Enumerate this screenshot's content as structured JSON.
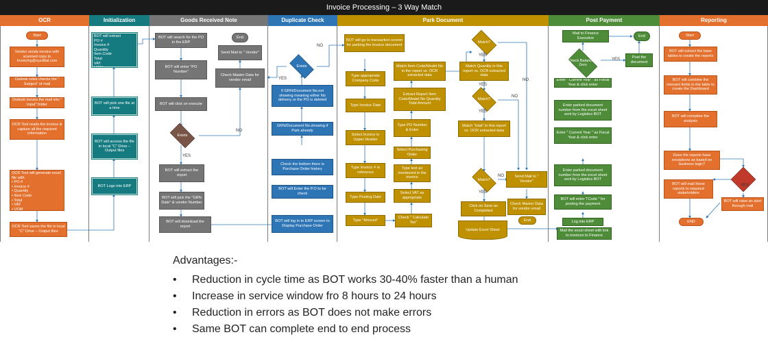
{
  "title": "Invoice Processing – 3 Way Match",
  "lanes": {
    "ocr": "OCR",
    "init": "Initialization",
    "grn": "Goods Received Note",
    "dup": "Duplicate Check",
    "park": "Park Document",
    "post": "Post Payment",
    "report": "Reporting"
  },
  "ocr": {
    "start": "Start",
    "s1": "Vendor sends invoice with scanned copy to Invoicing@xyzdbal.com",
    "s2": "Outlook rules checks the \" Subject\" of mail",
    "s3": "Outlook moves the mail into \" Input\" folder",
    "s4": "OCR Tool reads the invoice & capture all the required information",
    "s5": "OCR Tool will generate excel file with\n• PO #\n• Invoice #\n• Quantity\n• Item Code\n• Total\n• VAT\n• UOM",
    "s6": "OCR Tool saves the file in local \"C\" Drive – Output files"
  },
  "init": {
    "i1": "BOT will extract\nPO #\nInvoice #\nQuantity\nItem Code\nTotal\nVAT\nUOM",
    "i2": "BOT will pick one file at a time",
    "i3": "BOT will access the file in local \"C\" Drive – Output files",
    "i4": "BOT Logs into ERP"
  },
  "grn": {
    "g1": "BOT will search for the PO in the ERP",
    "g2": "BOT will enter \"PO Number\"",
    "g3": "BOT will click on execute",
    "exists": "Exists",
    "g4": "BOT will extract the report",
    "g5": "BOT will pick the \"GRN Date\" & vendor Number",
    "g6": "BOT will download the report",
    "end": "End",
    "mail": "Send Mail to \" Vendor\"",
    "master": "Check Master Data for vendor email",
    "yes": "YES",
    "no": "NO"
  },
  "dup": {
    "exists": "Exists",
    "d1": "If GRN/Document No.not showing meaning either No delivery or the PO is deleted",
    "d2": "GRN/Document No.showing if Park already",
    "d3": "Check the bottom there is Purchase Order history",
    "d4": "BOT will Enter the P.O to be check",
    "d5": "BOT will log in to ERP screen to Display Purchase Order",
    "yes": "YES",
    "no": "NO"
  },
  "park": {
    "p0": "BOT will go to transaction screen for parking the invoice document",
    "a1": "Type appropriate Company Code",
    "a2": "Type Invoice Date",
    "a3": "Select Invoice in Upper Header",
    "a4": "Type Invoice # in reference",
    "a5": "Type Posting Date",
    "a6": "Type \"Amount\"",
    "b1": "Match Item Code/Model No in the report vs. OCR extracted data",
    "b2": "Extract Report Item Code/Model No Quantity Total Amount",
    "b3": "Type PO Number & Enter",
    "b4": "Select Purchasing Order",
    "b5": "Type text as mentioned in the invoice",
    "b6": "Select VAT as appropriate",
    "b7": "Check \" Calculate Tax\"",
    "match": "Match?",
    "c1": "Match Quantity in this report vs. OCR extracted data",
    "c2": "Match \"total\" in this report vs. OCR extracted data",
    "c3": "Click on Save as Completed",
    "c4": "Update Excel Sheet",
    "mail": "Send Mail to \" Vendor\"",
    "master": "Check Master Data for vendor email",
    "end": "End",
    "yes": "YES",
    "no": "NO"
  },
  "post": {
    "mailfin": "Mail to Finance Executive",
    "end": "End",
    "check": "Check Balance is Zero",
    "postdoc": "Post the document",
    "q1": "Enter \" Current Year \" as Fiscal Year & click enter",
    "q2": "Enter parked document number from the excel sheet sent by Logistics BOT",
    "q3": "Enter \" Current Year \" as Fiscal Year & click enter",
    "q4": "Enter parked document number from the excel sheet sent by Logistics BOT",
    "q5": "BOT will enter TCode \" for posting the payment",
    "q6": "Log into ERP",
    "q7": "Mail the excel sheet with link to invoices to Finance",
    "yes": "YES"
  },
  "report": {
    "start": "Start",
    "r1": "BOT will extract the base tables to create the reports",
    "r2": "BOT will combine the relevant fields in the table to create the Dashboard",
    "r3": "BOT will complete the analysis",
    "r4": "Does the reports have exceptions as based on business logic?",
    "r5": "BOT will mail these reports to required stakeholders",
    "r6": "BOT will raise an alert through mail",
    "end": "END",
    "yes": "YES"
  },
  "advantages": {
    "title": "Advantages:-",
    "items": [
      "Reduction in cycle time as BOT works 30-40% faster than a human",
      "Increase in service window fro 8 hours to 24 hours",
      "Reduction in errors as BOT does not make errors",
      "Same BOT can complete end to end process"
    ]
  },
  "colors": {
    "ocr": "#e4702e",
    "init": "#157b80",
    "grn": "#757575",
    "dup": "#2e75b6",
    "park": "#bf9000",
    "post": "#4e8c3a",
    "report": "#e4702e"
  }
}
